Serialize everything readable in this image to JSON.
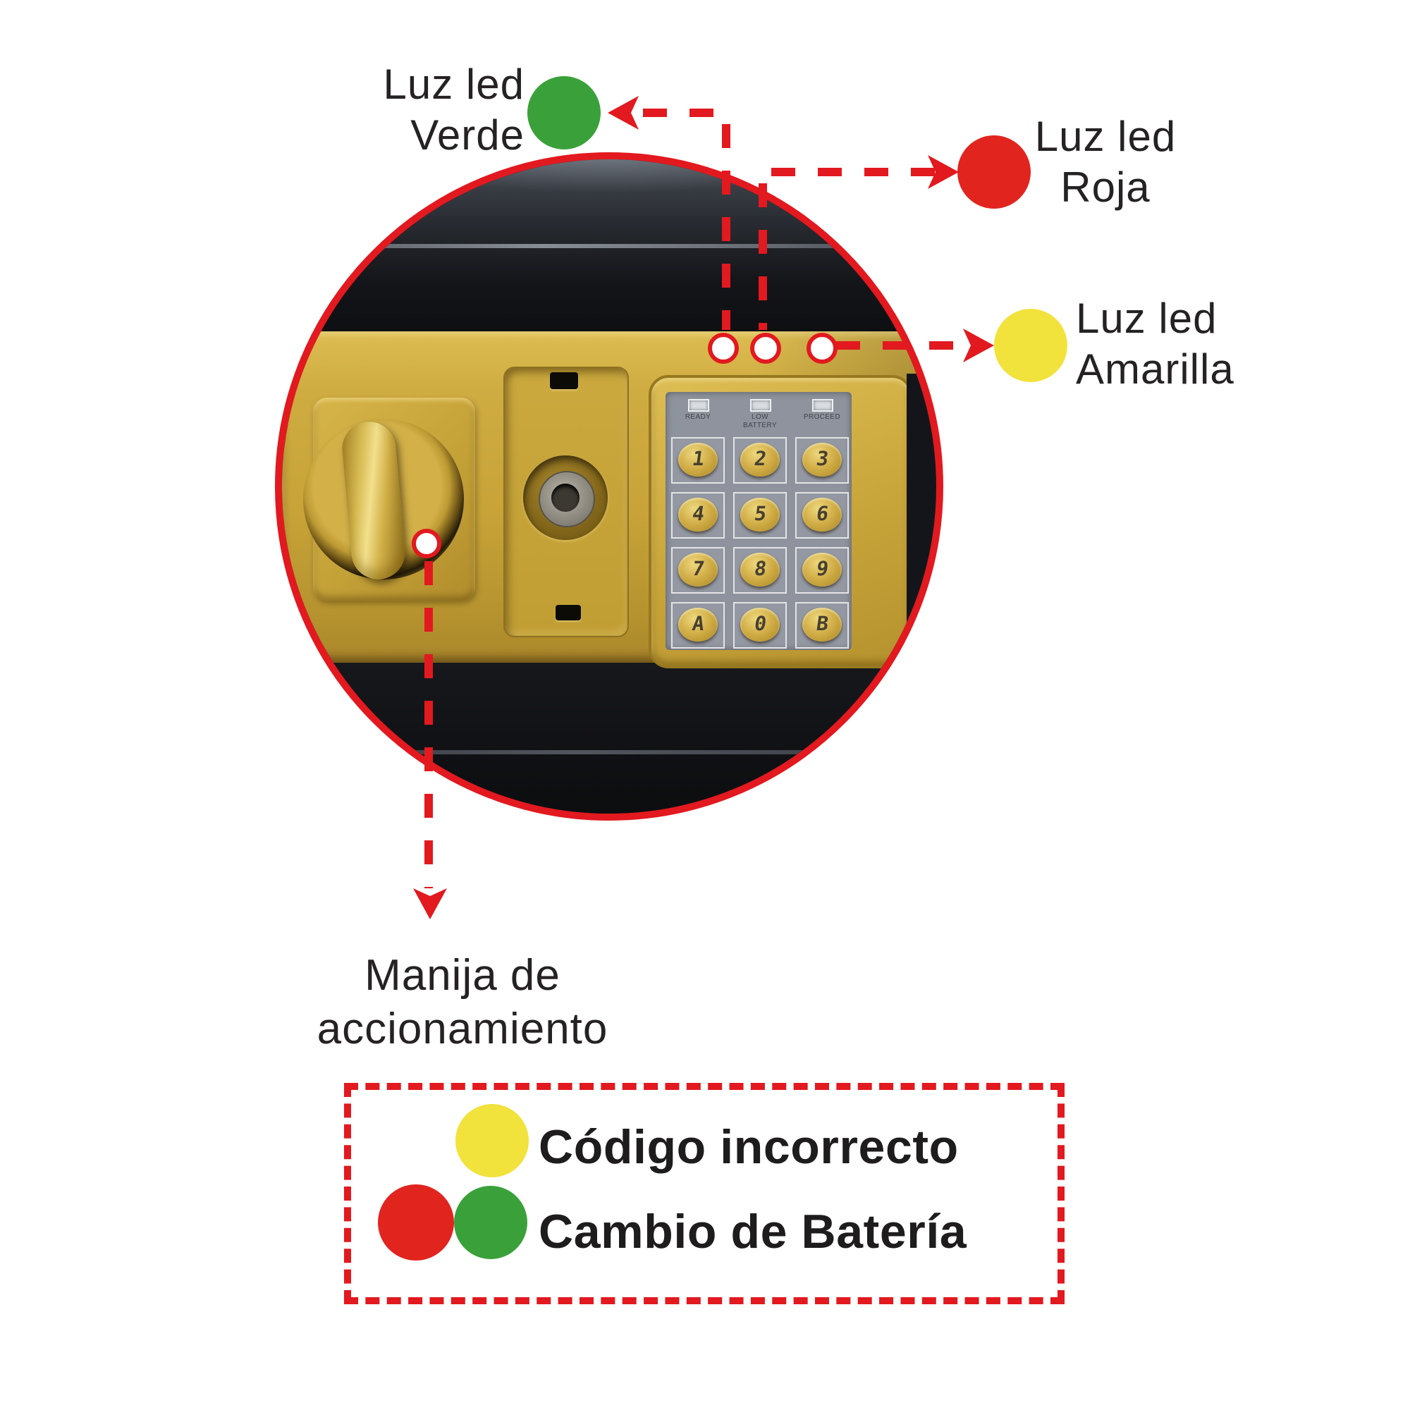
{
  "colors": {
    "accent": "#e2191f",
    "green": "#3aa13a",
    "red": "#e2241f",
    "yellow": "#f2e23c"
  },
  "callouts": {
    "green": {
      "line1": "Luz led",
      "line2": "Verde"
    },
    "red": {
      "line1": "Luz led",
      "line2": "Roja"
    },
    "yellow": {
      "line1": "Luz led",
      "line2": "Amarilla"
    },
    "handle": {
      "line1": "Manija de",
      "line2": "accionamiento"
    }
  },
  "legend": {
    "rows": [
      {
        "dots": [
          "yellow"
        ],
        "label": "Código incorrecto"
      },
      {
        "dots": [
          "red",
          "green"
        ],
        "label": "Cambio de Batería"
      }
    ]
  },
  "keypad": {
    "indicators": [
      {
        "lines": [
          "READY"
        ]
      },
      {
        "lines": [
          "LOW",
          "BATTERY"
        ]
      },
      {
        "lines": [
          "PROCEED"
        ]
      }
    ],
    "keys": [
      [
        "1",
        "2",
        "3"
      ],
      [
        "4",
        "5",
        "6"
      ],
      [
        "7",
        "8",
        "9"
      ],
      [
        "A",
        "0",
        "B"
      ]
    ]
  }
}
